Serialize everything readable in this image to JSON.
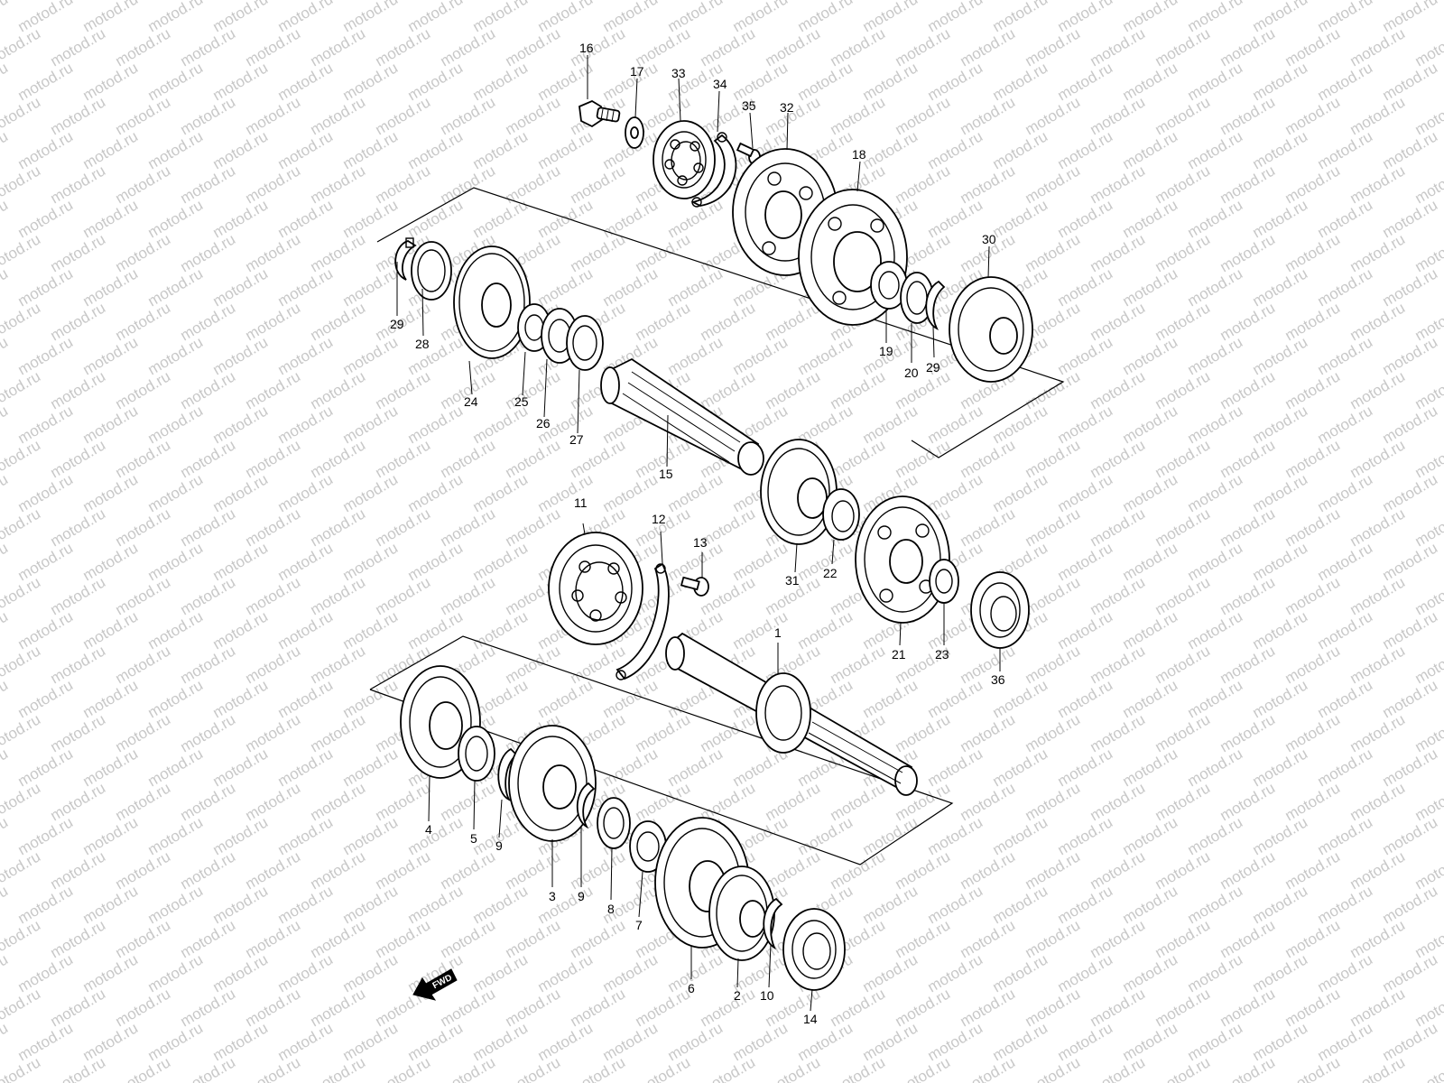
{
  "watermark": "motod.ru",
  "fwd_label": "FWD",
  "labels": {
    "p1": "1",
    "p2": "2",
    "p3": "3",
    "p4": "4",
    "p5": "5",
    "p6": "6",
    "p7": "7",
    "p8": "8",
    "p9a": "9",
    "p9b": "9",
    "p10": "10",
    "p11": "11",
    "p12": "12",
    "p13": "13",
    "p14": "14",
    "p15": "15",
    "p16": "16",
    "p17": "17",
    "p18": "18",
    "p19": "19",
    "p20": "20",
    "p21": "21",
    "p22": "22",
    "p23": "23",
    "p24": "24",
    "p25": "25",
    "p26": "26",
    "p27": "27",
    "p28": "28",
    "p29a": "29",
    "p29b": "29",
    "p30": "30",
    "p31": "31",
    "p32": "32",
    "p33": "33",
    "p34": "34",
    "p35": "35",
    "p36": "36"
  }
}
